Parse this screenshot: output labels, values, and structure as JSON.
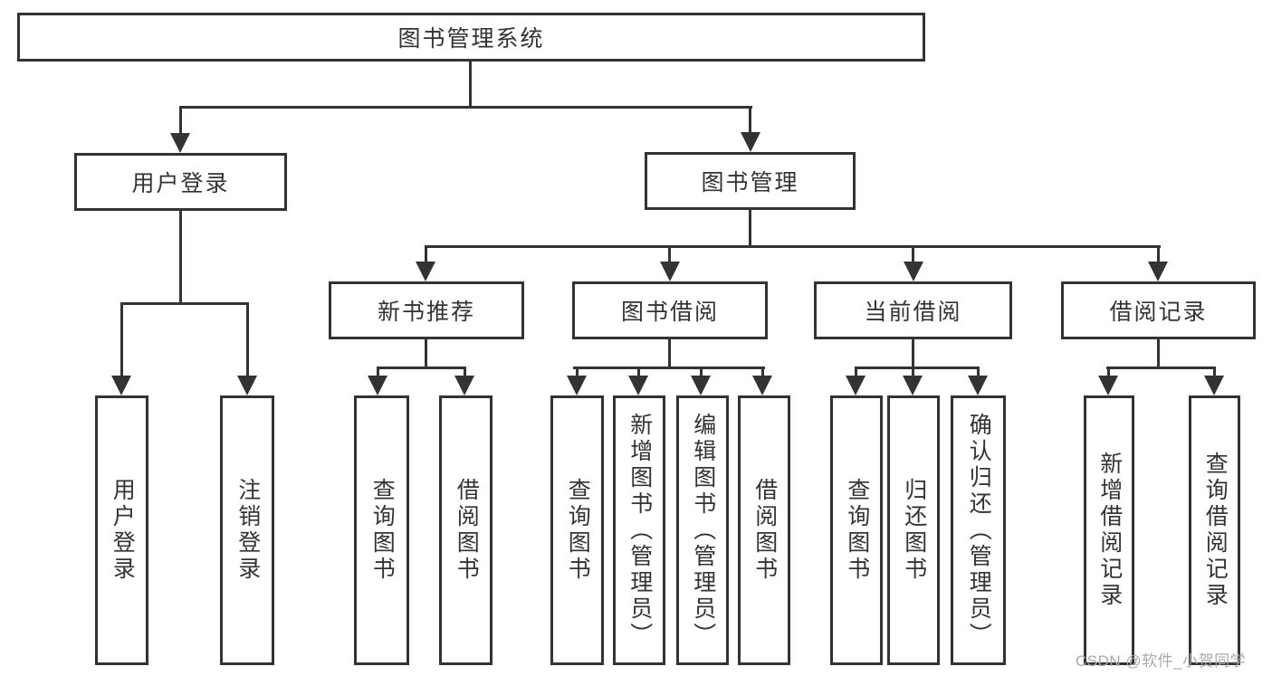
{
  "nodes": {
    "root": "图书管理系统",
    "user_login": "用户登录",
    "book_mgmt": "图书管理",
    "new_book": "新书推荐",
    "book_borrow": "图书借阅",
    "current_borrow": "当前借阅",
    "borrow_record": "借阅记录"
  },
  "leaves": {
    "user_login": [
      "用户登录",
      "注销登录"
    ],
    "new_book": [
      "查询图书",
      "借阅图书"
    ],
    "book_borrow": [
      "查询图书",
      "新增图书（管理员）",
      "编辑图书（管理员）",
      "借阅图书"
    ],
    "current_borrow": [
      "查询图书",
      "归还图书",
      "确认归还（管理员）"
    ],
    "borrow_record": [
      "新增借阅记录",
      "查询借阅记录"
    ]
  },
  "watermark": "CSDN @软件_小贺同学",
  "colors": {
    "line": "#333333",
    "text": "#333333",
    "background": "#ffffff",
    "watermark": "#a8a8a8"
  }
}
